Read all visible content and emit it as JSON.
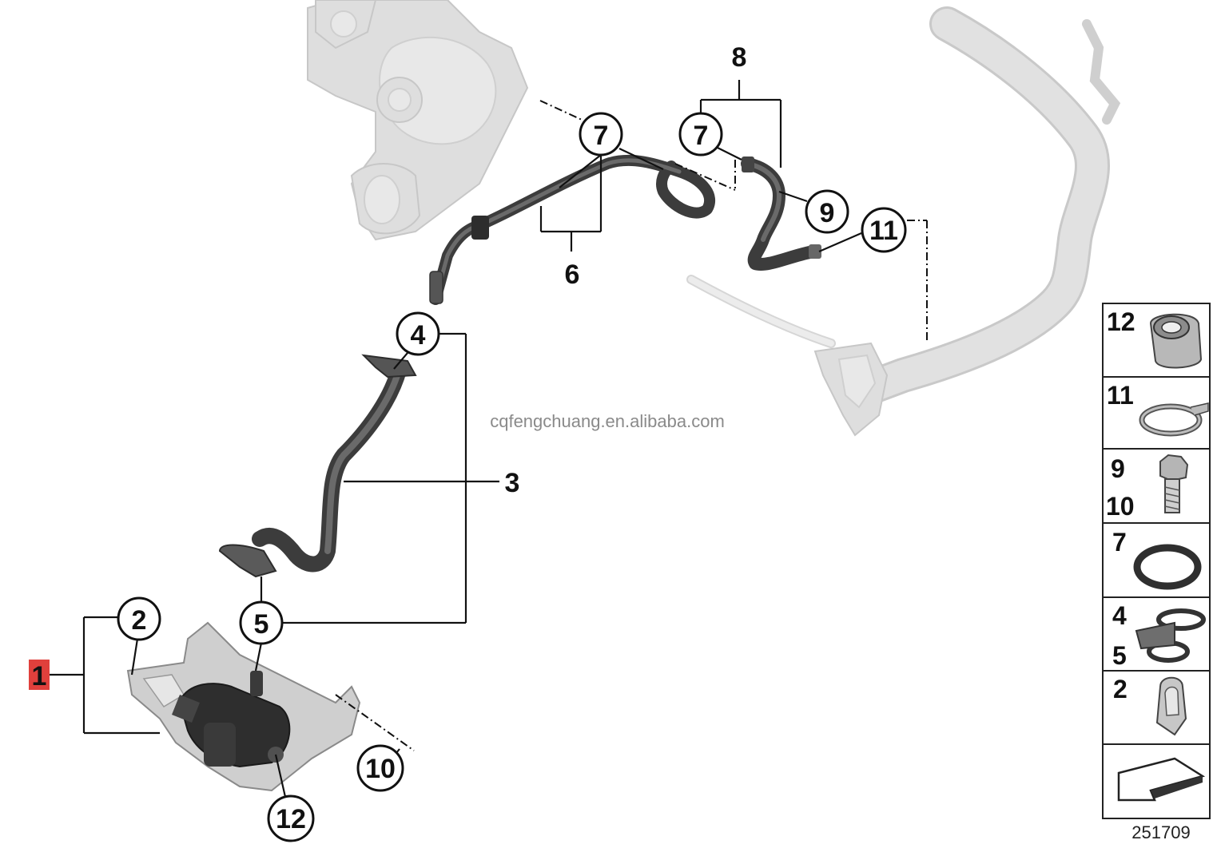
{
  "diagram": {
    "watermark": "cqfengchuang.en.alibaba.com",
    "diagram_number": "251709",
    "highlighted_label": "1",
    "callouts": [
      {
        "id": "c7a",
        "label": "7"
      },
      {
        "id": "c7b",
        "label": "7"
      },
      {
        "id": "c9",
        "label": "9"
      },
      {
        "id": "c11",
        "label": "11"
      },
      {
        "id": "c4",
        "label": "4"
      },
      {
        "id": "c5",
        "label": "5"
      },
      {
        "id": "c2",
        "label": "2"
      },
      {
        "id": "c10",
        "label": "10"
      },
      {
        "id": "c12",
        "label": "12"
      }
    ],
    "plain_labels": [
      {
        "id": "l8",
        "label": "8"
      },
      {
        "id": "l6",
        "label": "6"
      },
      {
        "id": "l3",
        "label": "3"
      }
    ],
    "index_panel": [
      {
        "labels": [
          "12"
        ],
        "part": "hose-clamp-connector-icon"
      },
      {
        "labels": [
          "11"
        ],
        "part": "spring-band-clamp-icon"
      },
      {
        "labels": [
          "9",
          "10"
        ],
        "part": "hex-bolt-icon"
      },
      {
        "labels": [
          "7"
        ],
        "part": "o-ring-icon"
      },
      {
        "labels": [
          "4",
          "5"
        ],
        "part": "double-hose-clip-icon"
      },
      {
        "labels": [
          "2"
        ],
        "part": "retaining-clip-icon"
      },
      {
        "labels": [],
        "part": "front-direction-arrow-icon"
      }
    ],
    "colors": {
      "highlight": "#e0403c",
      "ghost_parts": "#dedede",
      "hose": "#3c3c3c"
    }
  }
}
